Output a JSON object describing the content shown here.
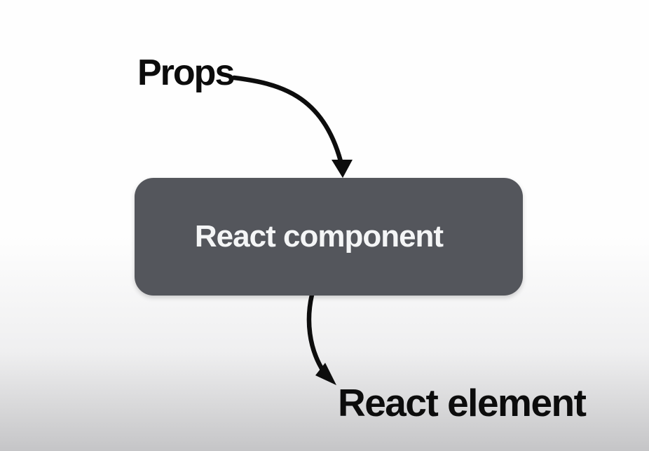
{
  "diagram": {
    "labels": {
      "input": "Props",
      "node": "React component",
      "output": "React element"
    },
    "edges": [
      {
        "from": "Props",
        "to": "React component",
        "style": "curved-arrow"
      },
      {
        "from": "React component",
        "to": "React element",
        "style": "curved-arrow"
      }
    ]
  },
  "colors": {
    "bg_top": "#fefefe",
    "bg_mid": "#efeff0",
    "bg_bottom": "#c5c5c7",
    "box_bg": "#54565c",
    "box_text": "#f4f5f6",
    "label_text": "#0c0c0c",
    "arrow": "#0d0d0d"
  }
}
